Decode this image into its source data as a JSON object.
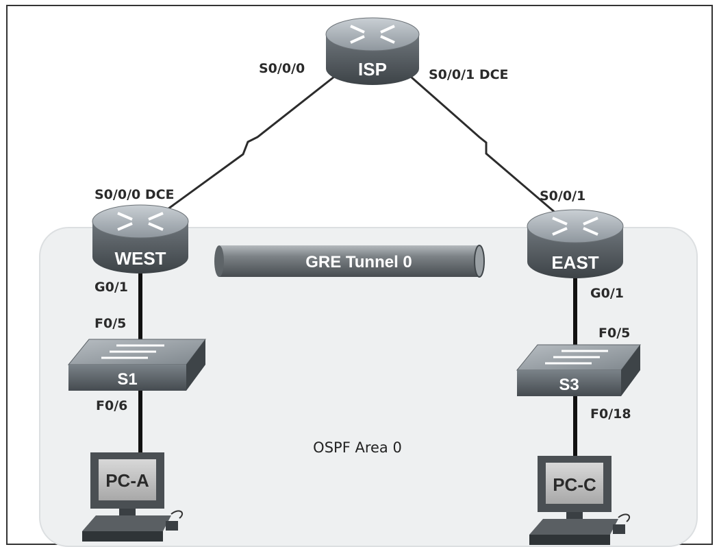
{
  "devices": {
    "isp": "ISP",
    "west": "WEST",
    "east": "EAST",
    "s1": "S1",
    "s3": "S3",
    "pca": "PC-A",
    "pcc": "PC-C"
  },
  "interfaces": {
    "isp_left": "S0/0/0",
    "isp_right": "S0/0/1 DCE",
    "west_serial": "S0/0/0 DCE",
    "east_serial": "S0/0/1",
    "west_g": "G0/1",
    "east_g": "G0/1",
    "s1_up": "F0/5",
    "s1_down": "F0/6",
    "s3_up": "F0/5",
    "s3_down": "F0/18"
  },
  "tunnel": "GRE Tunnel 0",
  "area": "OSPF Area 0"
}
